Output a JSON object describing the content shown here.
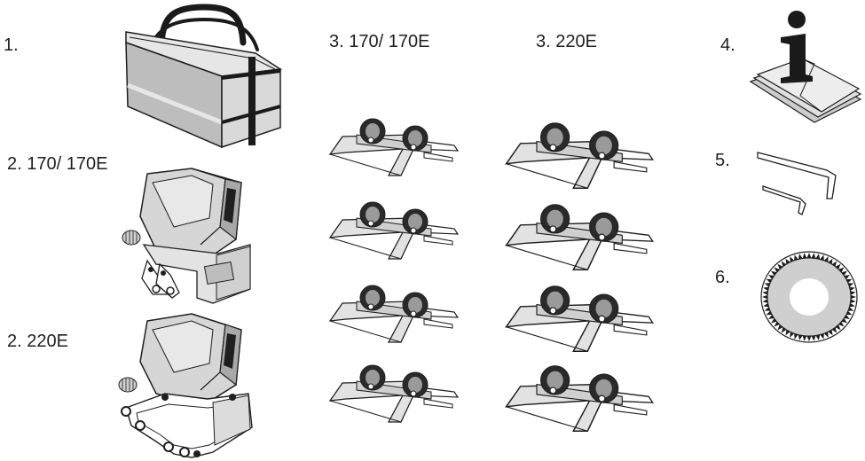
{
  "labels": {
    "item1": "1.",
    "item2a": "2. 170/ 170E",
    "item2b": "2. 220E",
    "item3a": "3. 170/ 170E",
    "item3b": "3. 220E",
    "item4": "4.",
    "item5": "5.",
    "item6": "6."
  },
  "icons": {
    "bag": "carrying-bag-icon",
    "machine_small": "cutting-machine-170-icon",
    "machine_large": "cutting-machine-220e-icon",
    "roller_small": "roller-bracket-icon",
    "roller_large": "roller-bracket-large-icon",
    "manual": "info-manual-icon",
    "keys": "hex-key-icon",
    "blade": "saw-blade-icon"
  },
  "colors": {
    "bag_body": "#bdbdbd",
    "bag_light": "#e6e6e6",
    "strap": "#1a1a1a",
    "line": "#1f1f1f",
    "panel": "#d6d6d6",
    "blade": "#cfcfcf"
  }
}
